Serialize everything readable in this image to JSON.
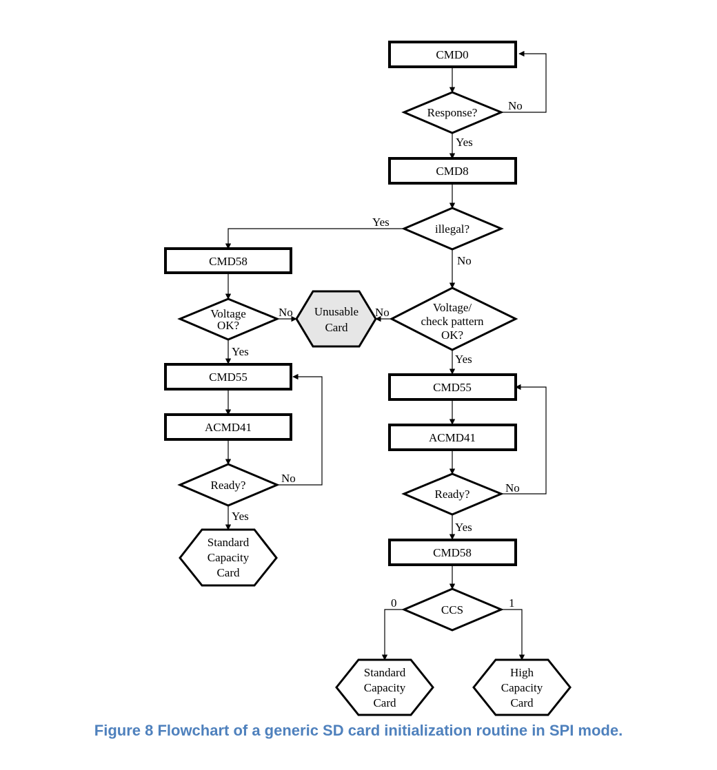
{
  "nodes": {
    "cmd0": "CMD0",
    "response": "Response?",
    "cmd8": "CMD8",
    "illegal": "illegal?",
    "cmd58_left": "CMD58",
    "voltage_left": [
      "Voltage",
      "OK?"
    ],
    "unusable": [
      "Unusable",
      "Card"
    ],
    "voltage_right": [
      "Voltage/",
      "check pattern",
      "OK?"
    ],
    "cmd55_left": "CMD55",
    "acmd41_left": "ACMD41",
    "ready_left": "Ready?",
    "standard_left": [
      "Standard",
      "Capacity",
      "Card"
    ],
    "cmd55_right": "CMD55",
    "acmd41_right": "ACMD41",
    "ready_right": "Ready?",
    "cmd58_right": "CMD58",
    "ccs": "CCS",
    "standard_right": [
      "Standard",
      "Capacity",
      "Card"
    ],
    "high_right": [
      "High",
      "Capacity",
      "Card"
    ]
  },
  "edges": {
    "response_no": "No",
    "response_yes": "Yes",
    "illegal_yes": "Yes",
    "illegal_no": "No",
    "voltage_left_no": "No",
    "voltage_left_yes": "Yes",
    "voltage_right_no": "No",
    "voltage_right_yes": "Yes",
    "ready_left_no": "No",
    "ready_left_yes": "Yes",
    "ready_right_no": "No",
    "ready_right_yes": "Yes",
    "ccs_zero": "0",
    "ccs_one": "1"
  },
  "caption": "Figure 8 Flowchart of a generic SD card initialization routine in SPI mode."
}
